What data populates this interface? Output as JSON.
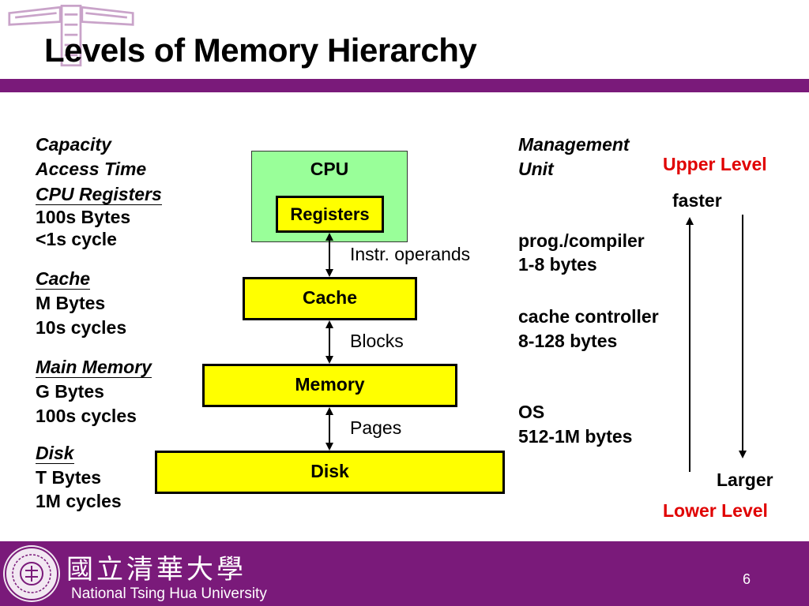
{
  "title": "Levels of Memory Hierarchy",
  "left_column": {
    "header1": "Capacity",
    "header2": "Access Time",
    "levels": [
      {
        "name": "CPU Registers",
        "capacity": "100s Bytes",
        "time": "<1s cycle"
      },
      {
        "name": "Cache",
        "capacity": "M Bytes",
        "time": "10s cycles"
      },
      {
        "name": "Main Memory",
        "capacity": "G Bytes",
        "time": "100s cycles"
      },
      {
        "name": "Disk",
        "capacity": "T Bytes",
        "time": "1M cycles"
      }
    ]
  },
  "diagram": {
    "cpu": "CPU",
    "registers": "Registers",
    "cache": "Cache",
    "memory": "Memory",
    "disk": "Disk",
    "transfer1": "Instr. operands",
    "transfer2": "Blocks",
    "transfer3": "Pages"
  },
  "management": {
    "header1": "Management",
    "header2": "Unit",
    "items": [
      {
        "unit": "prog./compiler",
        "size": "1-8 bytes"
      },
      {
        "unit": "cache controller",
        "size": "8-128 bytes"
      },
      {
        "unit": "OS",
        "size": "512-1M bytes"
      }
    ]
  },
  "scale": {
    "upper": "Upper Level",
    "faster": "faster",
    "larger": "Larger",
    "lower": "Lower Level"
  },
  "footer": {
    "university": "National Tsing Hua University",
    "university_cn": "國立清華大學",
    "page": "6"
  },
  "colors": {
    "purple": "#7a1a7a",
    "yellow": "#ffff00",
    "green": "#99ff99",
    "red": "#e00000"
  }
}
